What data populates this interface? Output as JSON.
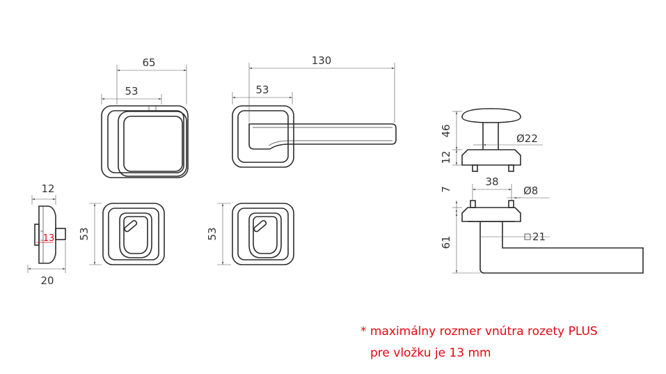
{
  "dimensions": {
    "knob_width": "65",
    "knob_rosette_width": "53",
    "lever_length": "130",
    "lever_rosette_width": "53",
    "side_depth_top": "12",
    "side_cylinder": "13",
    "side_depth_bottom": "20",
    "escutcheon1_height": "53",
    "escutcheon2_height": "53",
    "knob_projection": "46",
    "rosette_thickness": "12",
    "knob_diameter": "Ø22",
    "base_thickness": "7",
    "pin_spacing": "38",
    "pin_diameter": "Ø8",
    "lever_projection": "61",
    "lever_square": "21"
  },
  "note": {
    "line1": "* maximálny rozmer vnútra rozety PLUS",
    "line2": "pre vložku je 13 mm"
  },
  "colors": {
    "line": "#2b2b2b",
    "dimension": "#555555",
    "note": "#e30613"
  }
}
